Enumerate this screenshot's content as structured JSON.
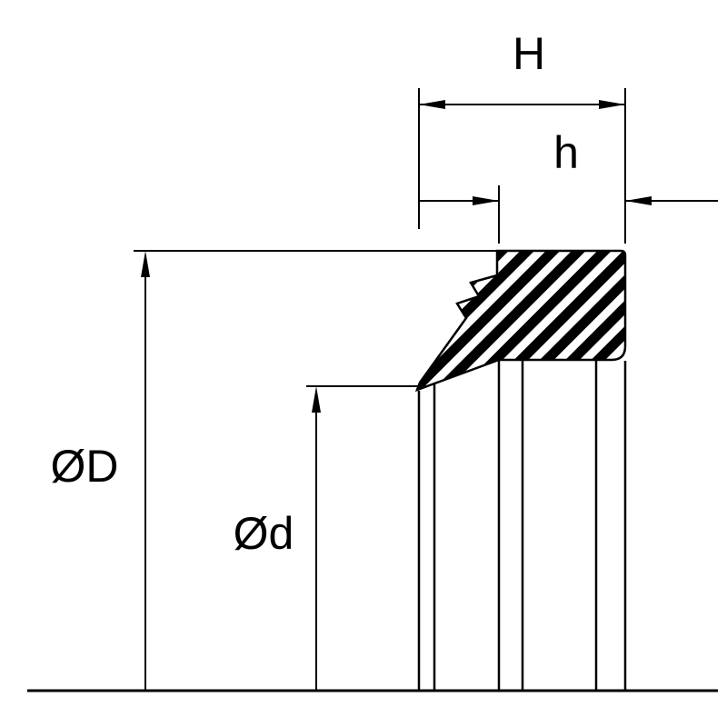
{
  "diagram": {
    "labels": {
      "height_total": "H",
      "height_secondary": "h",
      "outer_diameter": "ØD",
      "inner_diameter": "Ød"
    },
    "colors": {
      "line": "#000000",
      "background": "#ffffff"
    }
  }
}
